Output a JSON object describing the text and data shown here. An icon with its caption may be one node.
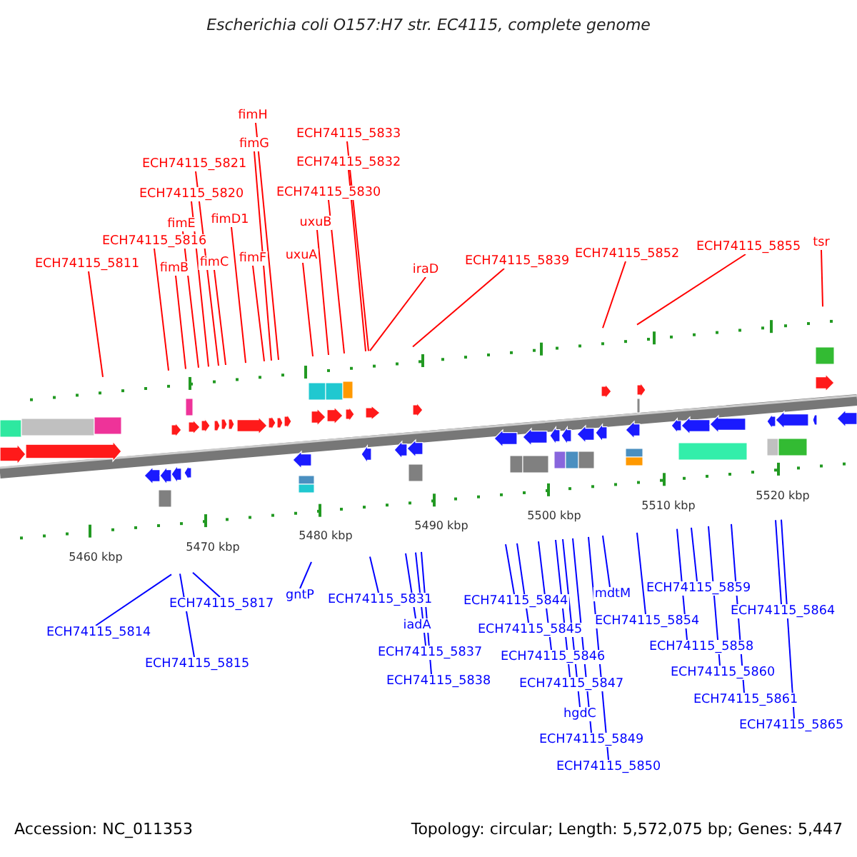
{
  "diagram": {
    "title": "Escherichia coli O157:H7 str. EC4115, complete genome",
    "nodes": [
      {
        "text": [
          "fimH"
        ]
      },
      {
        "text": [
          "fimG"
        ]
      },
      {
        "text": [
          "ECH74115_5833"
        ]
      },
      {
        "text": [
          "ECH74115_5832"
        ]
      },
      {
        "text": [
          "ECH74115_5821"
        ]
      },
      {
        "text": [
          "ECH74115_5820"
        ]
      },
      {
        "text": [
          "ECH74115_5830"
        ]
      },
      {
        "text": [
          "fimE"
        ]
      },
      {
        "text": [
          "fimD1"
        ]
      },
      {
        "text": [
          "uxuB"
        ]
      },
      {
        "text": [
          "ECH74115_5816"
        ]
      },
      {
        "text": [
          "ECH74115_5811"
        ]
      },
      {
        "text": [
          "fimB"
        ]
      },
      {
        "text": [
          "fimC"
        ]
      },
      {
        "text": [
          "fimF"
        ]
      },
      {
        "text": [
          "uxuA"
        ]
      },
      {
        "text": [
          "iraD"
        ]
      },
      {
        "text": [
          "ECH74115_5839"
        ]
      },
      {
        "text": [
          "ECH74115_5852"
        ]
      },
      {
        "text": [
          "ECH74115_5855"
        ]
      },
      {
        "text": [
          "tsr"
        ]
      },
      {
        "text": [
          "ECH74115_5814"
        ]
      },
      {
        "text": [
          "ECH74115_5815"
        ]
      },
      {
        "text": [
          "ECH74115_5817"
        ]
      },
      {
        "text": [
          "gntP"
        ]
      },
      {
        "text": [
          "ECH74115_5831"
        ]
      },
      {
        "text": [
          "iadA"
        ]
      },
      {
        "text": [
          "ECH74115_5837"
        ]
      },
      {
        "text": [
          "ECH74115_5838"
        ]
      },
      {
        "text": [
          "ECH74115_5844"
        ]
      },
      {
        "text": [
          "ECH74115_5845"
        ]
      },
      {
        "text": [
          "ECH74115_5846"
        ]
      },
      {
        "text": [
          "ECH74115_5847"
        ]
      },
      {
        "text": [
          "hgdC"
        ]
      },
      {
        "text": [
          "ECH74115_5849"
        ]
      },
      {
        "text": [
          "ECH74115_5850"
        ]
      },
      {
        "text": [
          "mdtM"
        ]
      },
      {
        "text": [
          "ECH74115_5854"
        ]
      },
      {
        "text": [
          "ECH74115_5858"
        ]
      },
      {
        "text": [
          "ECH74115_5859"
        ]
      },
      {
        "text": [
          "ECH74115_5860"
        ]
      },
      {
        "text": [
          "ECH74115_5861"
        ]
      },
      {
        "text": [
          "ECH74115_5864"
        ]
      },
      {
        "text": [
          "ECH74115_5865"
        ]
      }
    ],
    "edges": [
      {
        "from": 0,
        "to": null,
        "arrow": "none",
        "color": "#ff0000"
      },
      {
        "from": 1,
        "to": null,
        "arrow": "none",
        "color": "#ff0000"
      },
      {
        "from": 2,
        "to": null,
        "arrow": "none",
        "color": "#ff0000"
      },
      {
        "from": 3,
        "to": null,
        "arrow": "none",
        "color": "#ff0000"
      },
      {
        "from": 4,
        "to": null,
        "arrow": "none",
        "color": "#ff0000"
      },
      {
        "from": 5,
        "to": null,
        "arrow": "none",
        "color": "#ff0000"
      },
      {
        "from": 6,
        "to": null,
        "arrow": "none",
        "color": "#ff0000"
      },
      {
        "from": 7,
        "to": null,
        "arrow": "none",
        "color": "#ff0000"
      },
      {
        "from": 8,
        "to": null,
        "arrow": "none",
        "color": "#ff0000"
      },
      {
        "from": 9,
        "to": null,
        "arrow": "none",
        "color": "#ff0000"
      },
      {
        "from": 10,
        "to": null,
        "arrow": "none",
        "color": "#ff0000"
      },
      {
        "from": 11,
        "to": null,
        "arrow": "none",
        "color": "#ff0000"
      },
      {
        "from": 12,
        "to": null,
        "arrow": "none",
        "color": "#ff0000"
      },
      {
        "from": 13,
        "to": null,
        "arrow": "none",
        "color": "#ff0000"
      },
      {
        "from": 14,
        "to": null,
        "arrow": "none",
        "color": "#ff0000"
      },
      {
        "from": 15,
        "to": null,
        "arrow": "none",
        "color": "#ff0000"
      },
      {
        "from": 16,
        "to": null,
        "arrow": "none",
        "color": "#ff0000"
      },
      {
        "from": 17,
        "to": null,
        "arrow": "none",
        "color": "#ff0000"
      },
      {
        "from": 18,
        "to": null,
        "arrow": "none",
        "color": "#ff0000"
      },
      {
        "from": 19,
        "to": null,
        "arrow": "none",
        "color": "#ff0000"
      },
      {
        "from": 20,
        "to": null,
        "arrow": "none",
        "color": "#ff0000"
      },
      {
        "from": 21,
        "to": null,
        "arrow": "none"
      },
      {
        "from": 22,
        "to": null,
        "arrow": "none"
      },
      {
        "from": 23,
        "to": null,
        "arrow": "none"
      },
      {
        "from": 24,
        "to": null,
        "arrow": "none"
      },
      {
        "from": 25,
        "to": null,
        "arrow": "none"
      },
      {
        "from": 26,
        "to": null,
        "arrow": "none"
      },
      {
        "from": 27,
        "to": null,
        "arrow": "none"
      },
      {
        "from": 28,
        "to": null,
        "arrow": "none"
      },
      {
        "from": 29,
        "to": null,
        "arrow": "none"
      },
      {
        "from": 30,
        "to": null,
        "arrow": "none"
      },
      {
        "from": 31,
        "to": null,
        "arrow": "none"
      },
      {
        "from": 32,
        "to": null,
        "arrow": "none"
      },
      {
        "from": 33,
        "to": null,
        "arrow": "none"
      },
      {
        "from": 34,
        "to": null,
        "arrow": "none"
      },
      {
        "from": 35,
        "to": null,
        "arrow": "none"
      },
      {
        "from": 36,
        "to": null,
        "arrow": "none"
      },
      {
        "from": 37,
        "to": null,
        "arrow": "none"
      },
      {
        "from": 38,
        "to": null,
        "arrow": "none"
      },
      {
        "from": 39,
        "to": null,
        "arrow": "none"
      },
      {
        "from": 40,
        "to": null,
        "arrow": "none"
      },
      {
        "from": 41,
        "to": null,
        "arrow": "none"
      },
      {
        "from": 42,
        "to": null,
        "arrow": "none"
      },
      {
        "from": 43,
        "to": null,
        "arrow": "none"
      }
    ],
    "labels": [
      "5460 kbp",
      "5470 kbp",
      "5480 kbp",
      "5490 kbp",
      "5500 kbp",
      "5510 kbp",
      "5520 kbp",
      "Accession: NC_011353",
      "Topology: circular; Length: 5,572,075 bp; Genes: 5,447"
    ]
  }
}
